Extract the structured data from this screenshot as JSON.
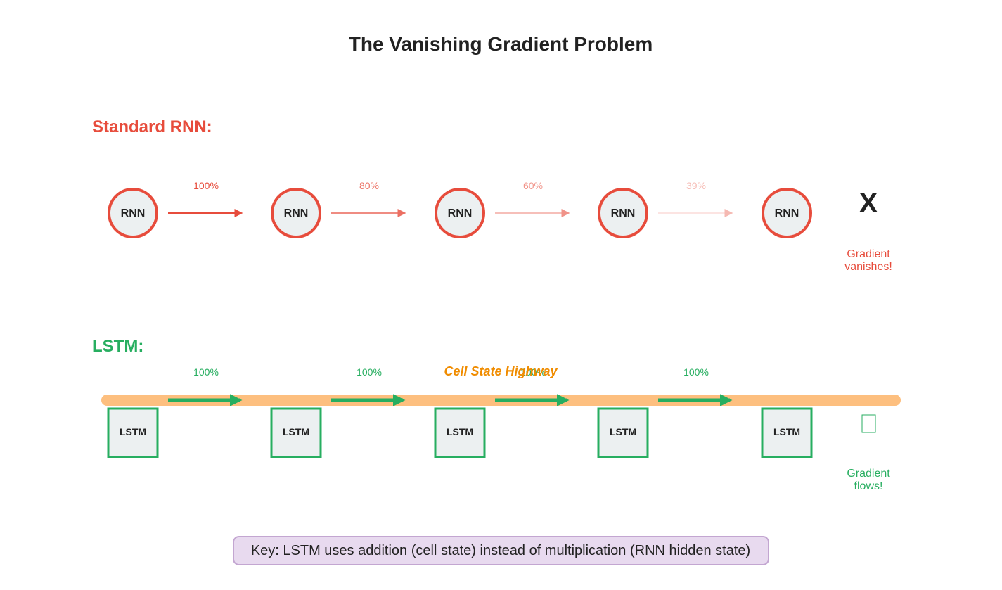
{
  "title": "The Vanishing Gradient Problem",
  "rnn": {
    "heading": "Standard RNN:",
    "node_label": "RNN",
    "percents": [
      "100%",
      "80%",
      "60%",
      "39%"
    ],
    "opacities": [
      1.0,
      0.8,
      0.6,
      0.39
    ],
    "fail_mark": "X",
    "status_lines": [
      "Gradient",
      "vanishes!"
    ]
  },
  "lstm": {
    "heading": "LSTM:",
    "node_label": "LSTM",
    "highway_label": "Cell State Highway",
    "percents": [
      "100%",
      "100%",
      "100%",
      "100%"
    ],
    "status_lines": [
      "Gradient",
      "flows!"
    ]
  },
  "key": "Key: LSTM uses addition (cell state) instead of multiplication (RNN hidden state)",
  "colors": {
    "rnn": "#e74c3c",
    "lstm": "#27ae60",
    "highway": "#fdbf7f",
    "highway_text": "#f08c00",
    "node_fill": "#ecf0f1",
    "key_fill": "#e8daef",
    "key_stroke": "#c3a6d1"
  }
}
